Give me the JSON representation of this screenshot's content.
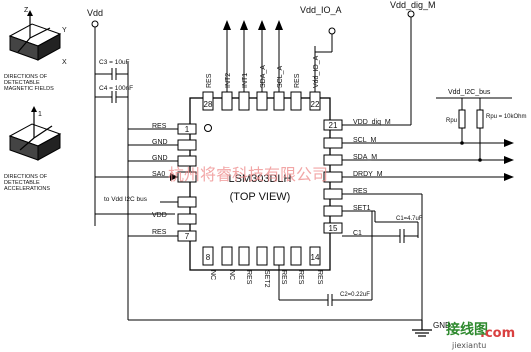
{
  "rails": {
    "vdd": "Vdd",
    "vdd_io_a": "Vdd_IO_A",
    "vdd_dig_m": "Vdd_dig_M",
    "vdd_i2c_bus": "Vdd_I2C_bus",
    "gnd": "GND"
  },
  "legend": {
    "magnetic": [
      "DIRECTIONS OF",
      "DETECTABLE",
      "MAGNETIC FIELDS"
    ],
    "accel": [
      "DIRECTIONS OF",
      "DETECTABLE",
      "ACCELERATIONS"
    ],
    "axis_z": "Z",
    "axis_x": "X",
    "axis_y": "Y",
    "mark_1": "1"
  },
  "chip": {
    "part": "LSM303DLH",
    "view": "(TOP VIEW)",
    "pin_1": "1",
    "pin_7": "7",
    "pin_8": "8",
    "pin_14": "14",
    "pin_15": "15",
    "pin_21": "21",
    "pin_22": "22",
    "pin_28": "28"
  },
  "left_pins": [
    "RES",
    "GND",
    "GND",
    "SA0",
    "to Vdd I2C bus",
    "VDD",
    "RES"
  ],
  "top_pins": [
    "RES",
    "INT2",
    "INT1",
    "SDA_A",
    "SCL_A",
    "RES",
    "Vdd_IO_A"
  ],
  "right_pins": [
    "VDD_dig_M",
    "SCL_M",
    "SDA_M",
    "DRDY_M",
    "RES",
    "SET1",
    "C1"
  ],
  "bottom_pins": [
    "NC",
    "NC",
    "RES",
    "SET2",
    "RES",
    "RES",
    "RES"
  ],
  "components": {
    "c3": "C3 = 10uF",
    "c4": "C4 = 100nF",
    "c1": "C1=4.7uF",
    "c2": "C2=0.22uF",
    "rpu_left": "Rpu",
    "rpu_right": "Rpu = 10kOhm"
  },
  "watermark": {
    "cn": "杭州将睿科技有限公司",
    "site_cn": "接线图",
    "site_dom": ".com",
    "site_en": "jiexiantu"
  }
}
